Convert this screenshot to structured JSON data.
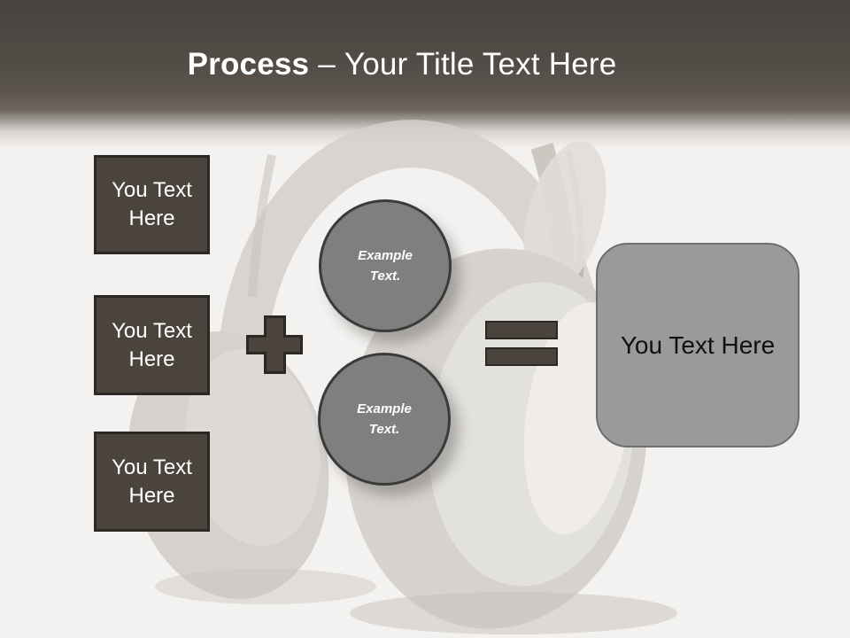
{
  "slide": {
    "title": {
      "prefix": "Process",
      "separator": "–",
      "suffix": "Your Title Text Here"
    },
    "background_image": "headphones-photo-faded"
  },
  "left_column": {
    "boxes": [
      {
        "label": "You Text Here"
      },
      {
        "label": "You Text Here"
      },
      {
        "label": "You Text Here"
      }
    ]
  },
  "operators": {
    "plus": "+",
    "equals": "="
  },
  "circles": [
    {
      "label": "Example Text."
    },
    {
      "label": "Example Text."
    }
  ],
  "result_box": {
    "label": "You Text Here"
  },
  "colors": {
    "header_brown": "#48433f",
    "shape_brown": "#4a443d",
    "shape_brown_border": "#2b2722",
    "circle_gray": "#7f7f7f",
    "circle_border": "#3a3a3a",
    "result_gray": "#9a9a9a",
    "result_border": "#6e6e6e",
    "result_text": "#111111"
  }
}
